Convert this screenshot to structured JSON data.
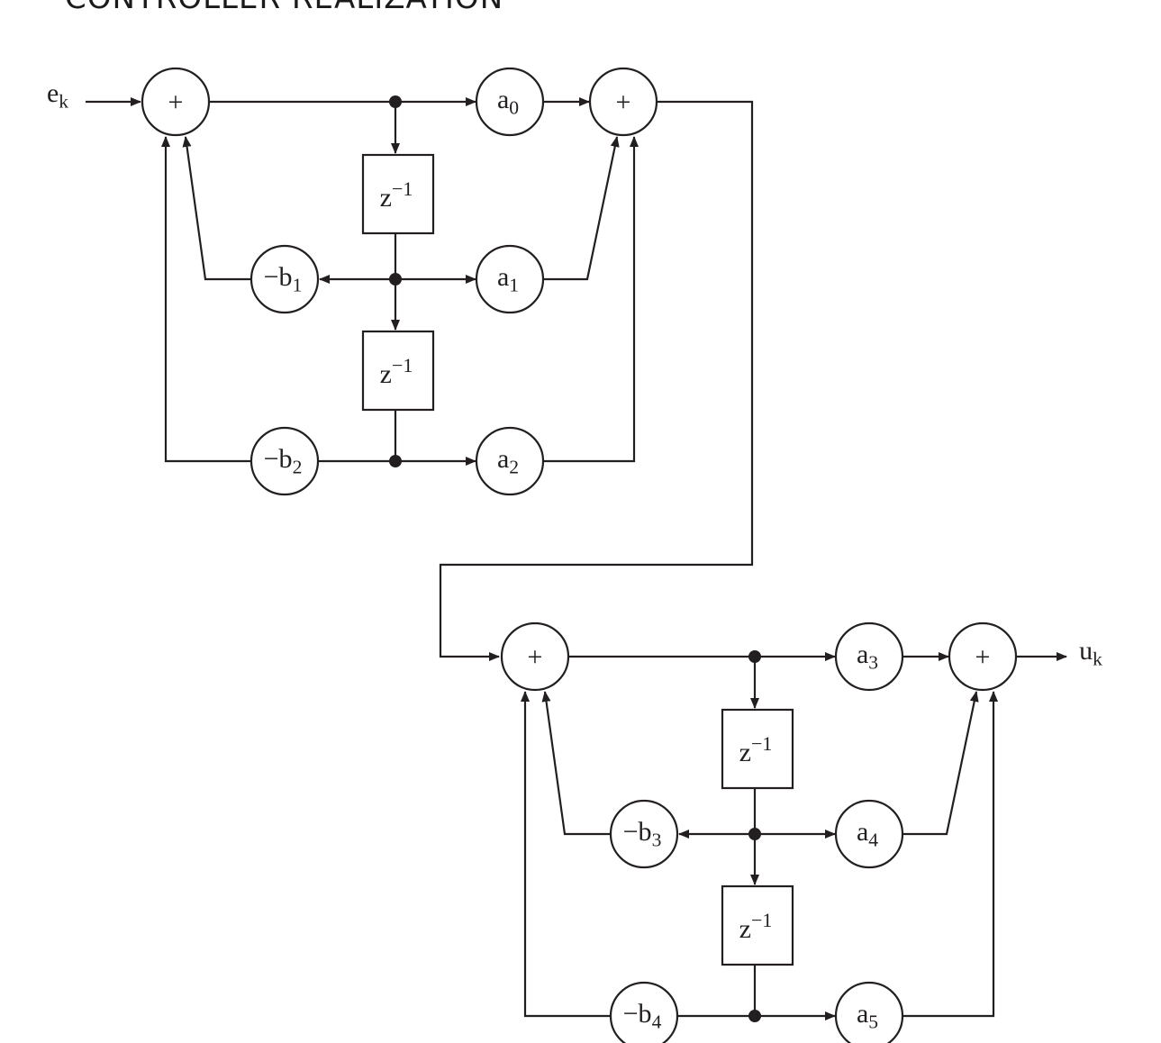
{
  "title": "CONTROLLER REALIZATION",
  "input_label": {
    "base": "e",
    "sub": "k"
  },
  "output_label": {
    "base": "u",
    "sub": "k"
  },
  "colors": {
    "line": "#231f20",
    "background": "#ffffff"
  },
  "sections": [
    {
      "name": "upper-biquad",
      "sum_in": "+",
      "sum_out": "+",
      "delays": [
        "z",
        "z"
      ],
      "delay_exponent": "−1",
      "gains_forward": [
        {
          "base": "a",
          "sub": "0"
        },
        {
          "base": "a",
          "sub": "1"
        },
        {
          "base": "a",
          "sub": "2"
        }
      ],
      "gains_feedback": [
        {
          "base": "−b",
          "sub": "1"
        },
        {
          "base": "−b",
          "sub": "2"
        }
      ]
    },
    {
      "name": "lower-biquad",
      "sum_in": "+",
      "sum_out": "+",
      "delays": [
        "z",
        "z"
      ],
      "delay_exponent": "−1",
      "gains_forward": [
        {
          "base": "a",
          "sub": "3"
        },
        {
          "base": "a",
          "sub": "4"
        },
        {
          "base": "a",
          "sub": "5"
        }
      ],
      "gains_feedback": [
        {
          "base": "−b",
          "sub": "3"
        },
        {
          "base": "−b",
          "sub": "4"
        }
      ]
    }
  ]
}
